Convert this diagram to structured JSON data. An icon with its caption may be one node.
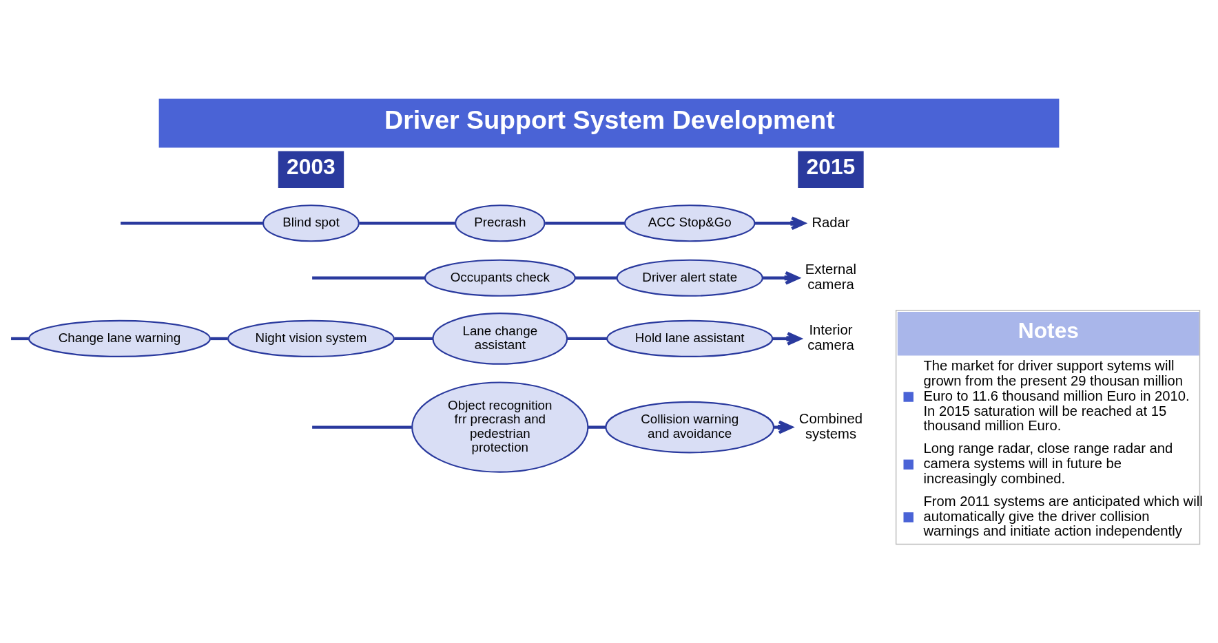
{
  "diagram": {
    "title": "Driver Support System Development",
    "nodes": [
      {
        "text": [
          "Object recognition frr precrash and pedestrian protection"
        ]
      },
      {
        "text": [
          "Collision warning and avoidance"
        ]
      },
      {
        "text": [
          "Combined systems"
        ]
      },
      {
        "text": [
          "Change lane warning"
        ]
      },
      {
        "text": [
          "Night vision system"
        ]
      },
      {
        "text": [
          "Lane change assistant"
        ]
      },
      {
        "text": [
          "Hold lane assistant"
        ]
      },
      {
        "text": [
          "Interior camera"
        ]
      },
      {
        "text": [
          "Occupants check"
        ]
      },
      {
        "text": [
          "Driver alert state"
        ]
      },
      {
        "text": [
          "External camera"
        ]
      },
      {
        "text": [
          "Blind spot"
        ]
      },
      {
        "text": [
          "Precrash"
        ]
      },
      {
        "text": [
          "ACC Stop&Go"
        ]
      },
      {
        "text": [
          "Radar"
        ]
      },
      {
        "text": [
          "Notes",
          "The market for driver support sytems will grown from the present 29 thousan million Euro to 11.6 thousand million Euro in 2010. In 2015 saturation will be reached at 15 thousand million Euro.",
          "Long range radar, close range radar and camera systems will in future be increasingly combined.",
          "From 2011 systems are anticipated which will automatically give the driver collision warnings and initiate action independently"
        ]
      }
    ],
    "edges": [
      {
        "from": null,
        "to": 0,
        "arrow": "none"
      },
      {
        "from": 0,
        "to": 1,
        "arrow": "none"
      },
      {
        "from": 1,
        "to": 2,
        "arrow": "to"
      },
      {
        "from": null,
        "to": 3,
        "arrow": "none"
      },
      {
        "from": 3,
        "to": 4,
        "arrow": "none"
      },
      {
        "from": 4,
        "to": 5,
        "arrow": "none"
      },
      {
        "from": 5,
        "to": 6,
        "arrow": "none"
      },
      {
        "from": 6,
        "to": 7,
        "arrow": "to"
      },
      {
        "from": null,
        "to": 8,
        "arrow": "none"
      },
      {
        "from": 8,
        "to": 9,
        "arrow": "none"
      },
      {
        "from": 9,
        "to": 10,
        "arrow": "to"
      },
      {
        "from": null,
        "to": 11,
        "arrow": "none"
      },
      {
        "from": 11,
        "to": 12,
        "arrow": "none"
      },
      {
        "from": 12,
        "to": 13,
        "arrow": "none"
      },
      {
        "from": 13,
        "to": 14,
        "arrow": "to"
      }
    ],
    "labels": [
      "2003",
      "2015"
    ]
  }
}
